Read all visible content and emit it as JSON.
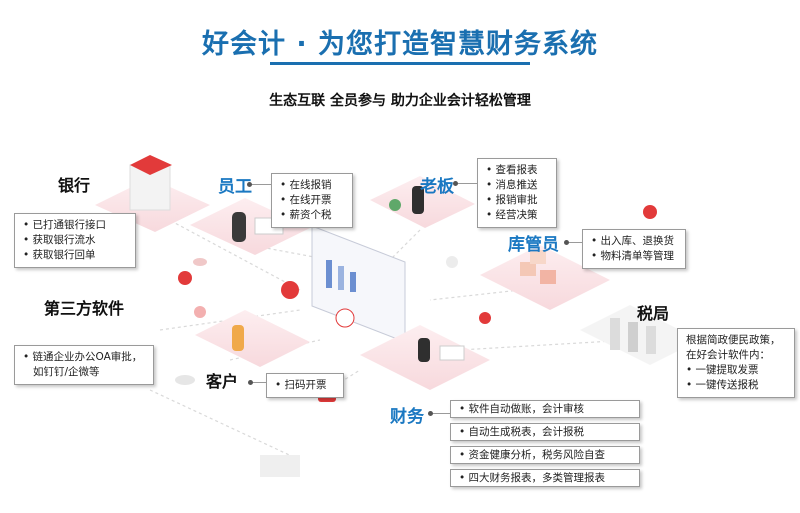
{
  "header": {
    "title": "好会计 · 为您打造智慧财务系统",
    "subtitle": "生态互联 全员参与 助力企业会计轻松管理"
  },
  "nodes": {
    "bank": {
      "label": "银行",
      "items": [
        "已打通银行接口",
        "获取银行流水",
        "获取银行回单"
      ]
    },
    "employee": {
      "label": "员工",
      "items": [
        "在线报销",
        "在线开票",
        "薪资个税"
      ]
    },
    "boss": {
      "label": "老板",
      "items": [
        "查看报表",
        "消息推送",
        "报销审批",
        "经营决策"
      ]
    },
    "warehouse": {
      "label": "库管员",
      "items": [
        "出入库、退换货",
        "物料清单等管理"
      ]
    },
    "third_party": {
      "label": "第三方软件",
      "items": [
        "链通企业办公OA审批，",
        "如钉钉/企微等"
      ]
    },
    "tax": {
      "label": "税局",
      "intro": [
        "根据简政便民政策，",
        "在好会计软件内："
      ],
      "items": [
        "一键提取发票",
        "一键传送报税"
      ]
    },
    "customer": {
      "label": "客户",
      "items": [
        "扫码开票"
      ]
    },
    "finance": {
      "label": "财务",
      "items": [
        "软件自动做账，会计审核",
        "自动生成税表，会计报税",
        "资金健康分析，税务风险自查",
        "四大财务报表，多类管理报表"
      ]
    }
  },
  "colors": {
    "accent_blue": "#1a6fb0",
    "label_blue": "#1a78c2",
    "brand_red": "#e23a3a",
    "platform_pink": "#fbe3e6"
  }
}
